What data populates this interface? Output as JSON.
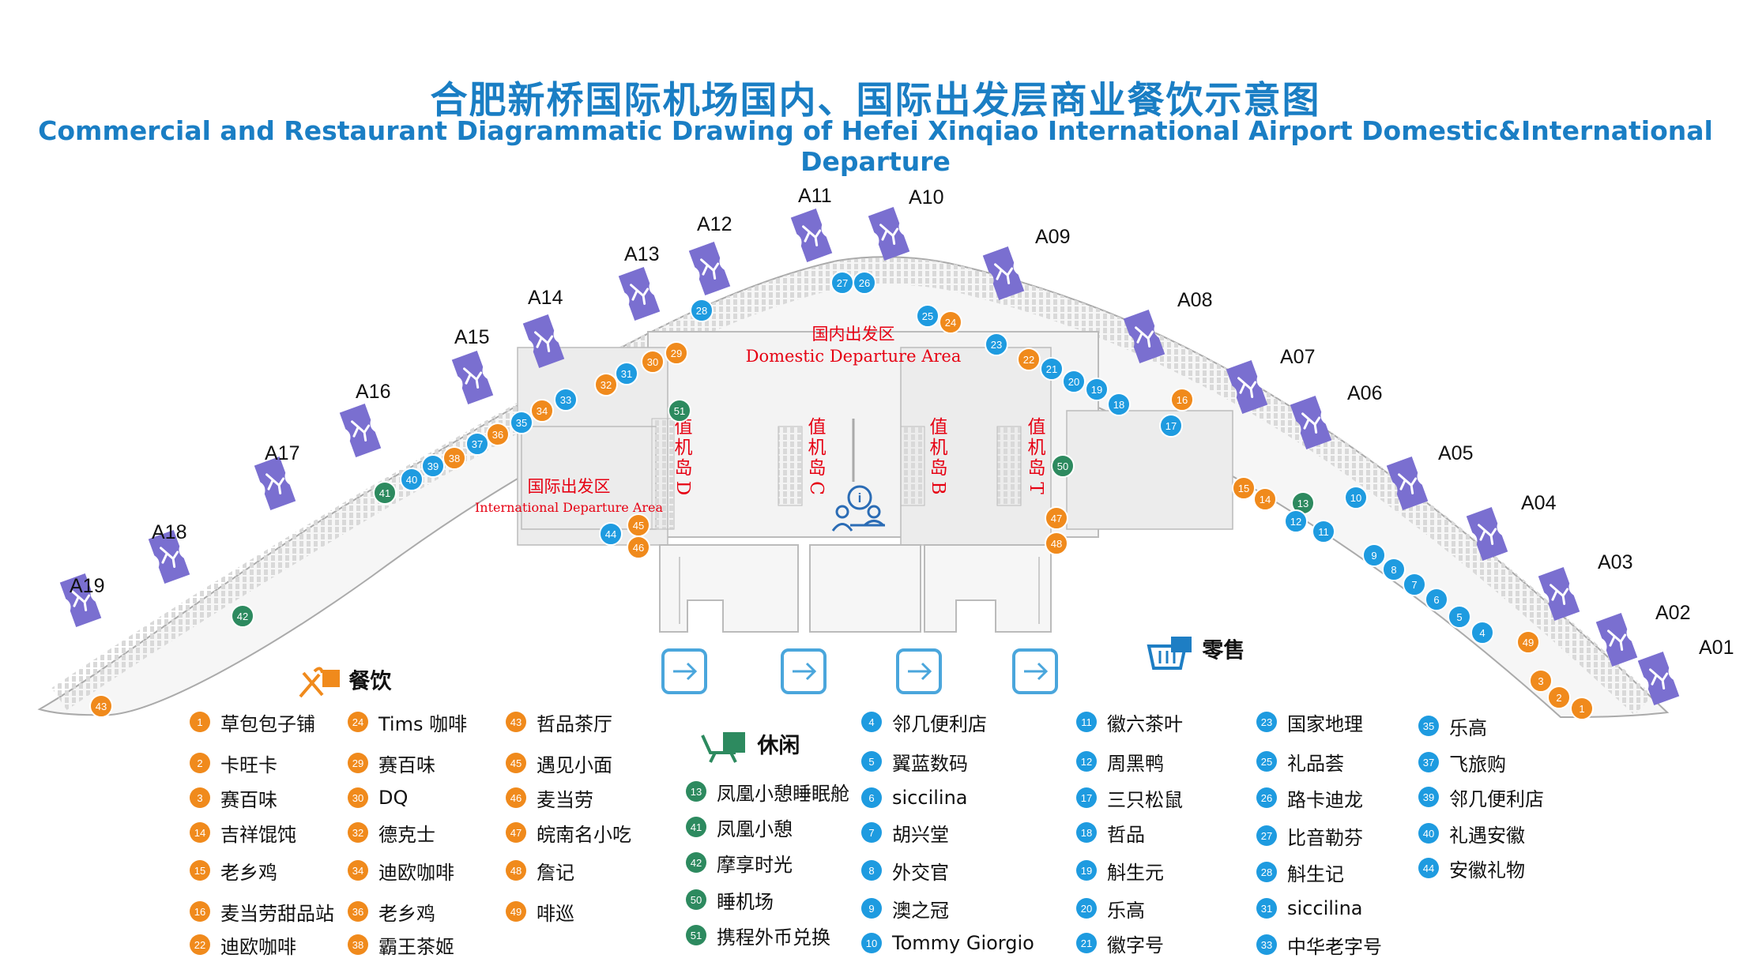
{
  "title_cn": "合肥新桥国际机场国内、国际出发层商业餐饮示意图",
  "title_en": "Commercial and Restaurant Diagrammatic Drawing of Hefei Xinqiao International Airport Domestic&International Departure",
  "colors": {
    "title": "#1a7ec4",
    "dining": "#f08a1c",
    "retail": "#1e9be0",
    "leisure": "#2d8a5f",
    "gate": "#7a6fd0",
    "area_label": "#e60012"
  },
  "areas": {
    "domestic_cn": "国内出发区",
    "domestic_en": "Domestic Departure Area",
    "international_cn": "国际出发区",
    "international_en": "International Departure Area"
  },
  "checkin": {
    "d": "值机岛D",
    "c": "值机岛C",
    "b": "值机岛B",
    "t": "值机岛T"
  },
  "gates": [
    {
      "label": "A19",
      "icon": "plane-icon"
    },
    {
      "label": "A18",
      "icon": "plane-icon"
    },
    {
      "label": "A17",
      "icon": "plane-icon"
    },
    {
      "label": "A16",
      "icon": "plane-icon"
    },
    {
      "label": "A15",
      "icon": "plane-icon"
    },
    {
      "label": "A14",
      "icon": "plane-icon"
    },
    {
      "label": "A13",
      "icon": "plane-icon"
    },
    {
      "label": "A12",
      "icon": "plane-icon"
    },
    {
      "label": "A11",
      "icon": "plane-icon"
    },
    {
      "label": "A10",
      "icon": "plane-icon"
    },
    {
      "label": "A09",
      "icon": "plane-icon"
    },
    {
      "label": "A08",
      "icon": "plane-icon"
    },
    {
      "label": "A07",
      "icon": "plane-icon"
    },
    {
      "label": "A06",
      "icon": "plane-icon"
    },
    {
      "label": "A05",
      "icon": "plane-icon"
    },
    {
      "label": "A04",
      "icon": "plane-icon"
    },
    {
      "label": "A03",
      "icon": "plane-icon"
    },
    {
      "label": "A02",
      "icon": "plane-icon"
    },
    {
      "label": "A01",
      "icon": "plane-icon"
    }
  ],
  "markers": [
    {
      "n": "43",
      "cat": "dining"
    },
    {
      "n": "42",
      "cat": "leisure"
    },
    {
      "n": "41",
      "cat": "leisure"
    },
    {
      "n": "40",
      "cat": "retail"
    },
    {
      "n": "39",
      "cat": "retail"
    },
    {
      "n": "38",
      "cat": "dining"
    },
    {
      "n": "37",
      "cat": "retail"
    },
    {
      "n": "36",
      "cat": "dining"
    },
    {
      "n": "35",
      "cat": "retail"
    },
    {
      "n": "34",
      "cat": "dining"
    },
    {
      "n": "33",
      "cat": "retail"
    },
    {
      "n": "32",
      "cat": "dining"
    },
    {
      "n": "31",
      "cat": "retail"
    },
    {
      "n": "30",
      "cat": "dining"
    },
    {
      "n": "29",
      "cat": "dining"
    },
    {
      "n": "28",
      "cat": "retail"
    },
    {
      "n": "51",
      "cat": "leisure"
    },
    {
      "n": "27",
      "cat": "retail"
    },
    {
      "n": "26",
      "cat": "retail"
    },
    {
      "n": "25",
      "cat": "retail"
    },
    {
      "n": "24",
      "cat": "dining"
    },
    {
      "n": "23",
      "cat": "retail"
    },
    {
      "n": "22",
      "cat": "dining"
    },
    {
      "n": "21",
      "cat": "retail"
    },
    {
      "n": "20",
      "cat": "retail"
    },
    {
      "n": "19",
      "cat": "retail"
    },
    {
      "n": "18",
      "cat": "retail"
    },
    {
      "n": "16",
      "cat": "dining"
    },
    {
      "n": "17",
      "cat": "retail"
    },
    {
      "n": "50",
      "cat": "leisure"
    },
    {
      "n": "15",
      "cat": "dining"
    },
    {
      "n": "14",
      "cat": "dining"
    },
    {
      "n": "13",
      "cat": "leisure"
    },
    {
      "n": "12",
      "cat": "retail"
    },
    {
      "n": "11",
      "cat": "retail"
    },
    {
      "n": "10",
      "cat": "retail"
    },
    {
      "n": "9",
      "cat": "retail"
    },
    {
      "n": "8",
      "cat": "retail"
    },
    {
      "n": "7",
      "cat": "retail"
    },
    {
      "n": "6",
      "cat": "retail"
    },
    {
      "n": "5",
      "cat": "retail"
    },
    {
      "n": "4",
      "cat": "retail"
    },
    {
      "n": "49",
      "cat": "dining"
    },
    {
      "n": "3",
      "cat": "dining"
    },
    {
      "n": "2",
      "cat": "dining"
    },
    {
      "n": "1",
      "cat": "dining"
    },
    {
      "n": "44",
      "cat": "retail"
    },
    {
      "n": "45",
      "cat": "dining"
    },
    {
      "n": "46",
      "cat": "dining"
    },
    {
      "n": "47",
      "cat": "dining"
    },
    {
      "n": "48",
      "cat": "dining"
    }
  ],
  "legend": {
    "dining": {
      "title": "餐饮",
      "icon": "fork-knife-icon",
      "col1": [
        {
          "n": "1",
          "name": "草包包子铺"
        },
        {
          "n": "2",
          "name": "卡旺卡"
        },
        {
          "n": "3",
          "name": "赛百味"
        },
        {
          "n": "14",
          "name": "吉祥馄饨"
        },
        {
          "n": "15",
          "name": "老乡鸡"
        },
        {
          "n": "16",
          "name": "麦当劳甜品站"
        },
        {
          "n": "22",
          "name": "迪欧咖啡"
        }
      ],
      "col2": [
        {
          "n": "24",
          "name": "Tims 咖啡"
        },
        {
          "n": "29",
          "name": "赛百味"
        },
        {
          "n": "30",
          "name": "DQ"
        },
        {
          "n": "32",
          "name": "德克士"
        },
        {
          "n": "34",
          "name": "迪欧咖啡"
        },
        {
          "n": "36",
          "name": "老乡鸡"
        },
        {
          "n": "38",
          "name": "霸王茶姬"
        }
      ],
      "col3": [
        {
          "n": "43",
          "name": "哲品茶厅"
        },
        {
          "n": "45",
          "name": "遇见小面"
        },
        {
          "n": "46",
          "name": "麦当劳"
        },
        {
          "n": "47",
          "name": "皖南名小吃"
        },
        {
          "n": "48",
          "name": "詹记"
        },
        {
          "n": "49",
          "name": "啡巡"
        }
      ]
    },
    "leisure": {
      "title": "休闲",
      "icon": "lounge-chair-icon",
      "items": [
        {
          "n": "13",
          "name": "凤凰小憩睡眠舱"
        },
        {
          "n": "41",
          "name": "凤凰小憩"
        },
        {
          "n": "42",
          "name": "摩享时光"
        },
        {
          "n": "50",
          "name": "睡机场"
        },
        {
          "n": "51",
          "name": "携程外币兑换"
        }
      ]
    },
    "retail": {
      "title": "零售",
      "icon": "shopping-basket-icon",
      "col1": [
        {
          "n": "4",
          "name": "邻几便利店"
        },
        {
          "n": "5",
          "name": "翼蓝数码"
        },
        {
          "n": "6",
          "name": "siccilina"
        },
        {
          "n": "7",
          "name": "胡兴堂"
        },
        {
          "n": "8",
          "name": "外交官"
        },
        {
          "n": "9",
          "name": "澳之冠"
        },
        {
          "n": "10",
          "name": "Tommy Giorgio"
        }
      ],
      "col2": [
        {
          "n": "11",
          "name": "徽六茶叶"
        },
        {
          "n": "12",
          "name": "周黑鸭"
        },
        {
          "n": "17",
          "name": "三只松鼠"
        },
        {
          "n": "18",
          "name": "哲品"
        },
        {
          "n": "19",
          "name": "斛生元"
        },
        {
          "n": "20",
          "name": "乐高"
        },
        {
          "n": "21",
          "name": "徽字号"
        }
      ],
      "col3": [
        {
          "n": "23",
          "name": "国家地理"
        },
        {
          "n": "25",
          "name": "礼品荟"
        },
        {
          "n": "26",
          "name": "路卡迪龙"
        },
        {
          "n": "27",
          "name": "比音勒芬"
        },
        {
          "n": "28",
          "name": "斛生记"
        },
        {
          "n": "31",
          "name": "siccilina"
        },
        {
          "n": "33",
          "name": "中华老字号"
        }
      ],
      "col4": [
        {
          "n": "35",
          "name": "乐高"
        },
        {
          "n": "37",
          "name": "飞旅购"
        },
        {
          "n": "39",
          "name": "邻几便利店"
        },
        {
          "n": "40",
          "name": "礼遇安徽"
        },
        {
          "n": "44",
          "name": "安徽礼物"
        }
      ]
    }
  }
}
